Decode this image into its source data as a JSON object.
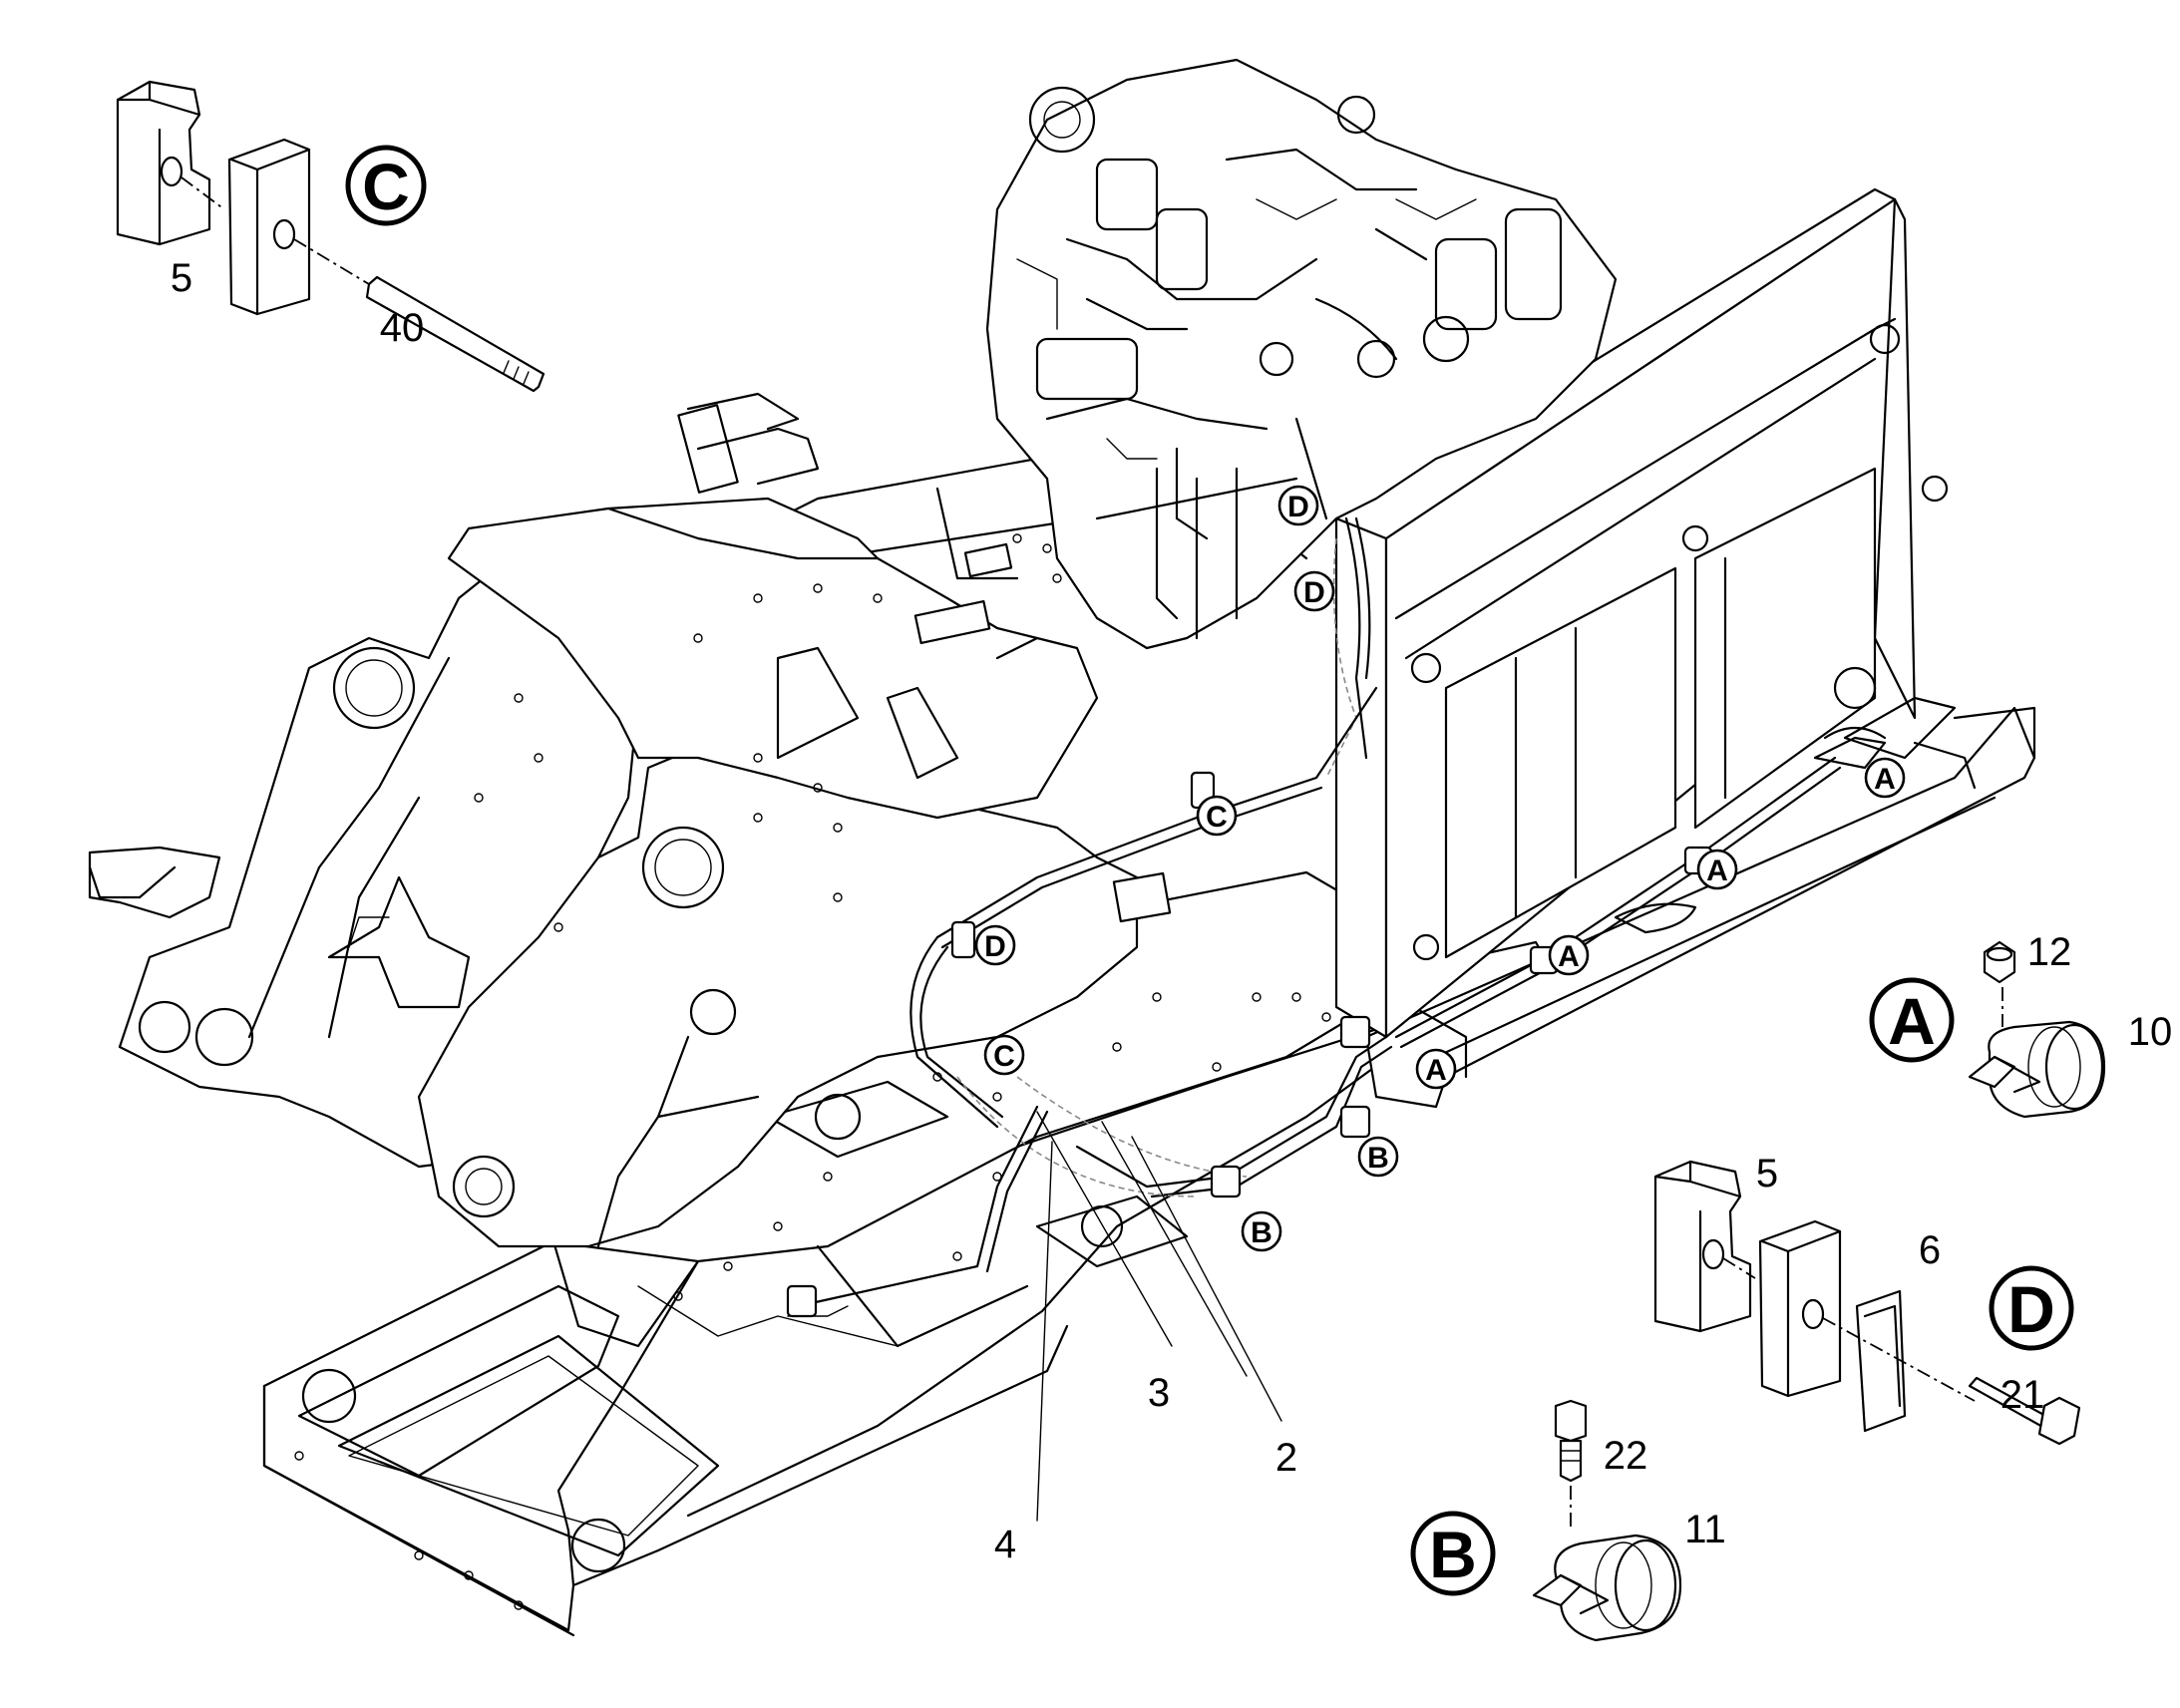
{
  "callouts": {
    "num_5_top": "5",
    "num_40": "40",
    "num_12": "12",
    "num_10": "10",
    "num_5_right": "5",
    "num_6": "6",
    "num_21": "21",
    "num_22": "22",
    "num_11": "11",
    "num_3": "3",
    "num_2": "2",
    "num_4": "4"
  },
  "detail_letters": {
    "C": "C",
    "A": "A",
    "D": "D",
    "B": "B"
  },
  "route_markers": {
    "d1": "D",
    "d2": "D",
    "c1": "C",
    "d3": "D",
    "c2": "C",
    "a1": "A",
    "a2": "A",
    "a3": "A",
    "a4": "A",
    "b1": "B",
    "b2": "B"
  }
}
